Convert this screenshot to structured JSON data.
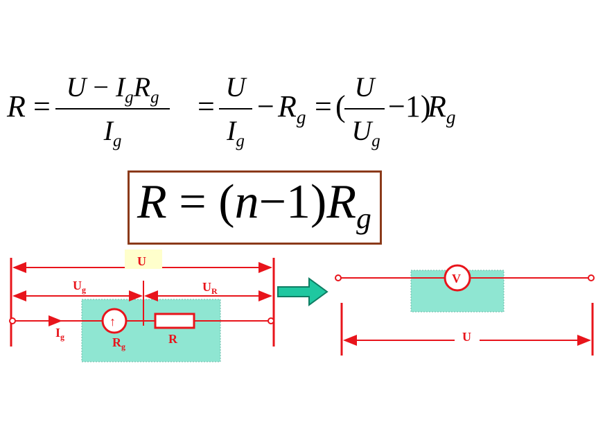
{
  "formula1": {
    "lhs": "R",
    "eq": "=",
    "num1": {
      "U": "U",
      "minus": "−",
      "I": "I",
      "I_sub": "g",
      "R": "R",
      "R_sub": "g"
    },
    "den1": {
      "I": "I",
      "I_sub": "g"
    },
    "eq2": "=",
    "num2": "U",
    "den2": {
      "I": "I",
      "I_sub": "g"
    },
    "minus2": "−",
    "Rg": {
      "R": "R",
      "sub": "g"
    },
    "eq3": "=",
    "paren_open": "(",
    "num3": "U",
    "den3": {
      "U": "U",
      "sub": "g"
    },
    "minus3": "−1)",
    "Rg2": {
      "R": "R",
      "sub": "g"
    }
  },
  "formula2": {
    "R": "R",
    "eq": "=",
    "paren": "(",
    "n": "n",
    "minus1": "−1)",
    "Rg": "R",
    "sub": "g"
  },
  "circuit_left": {
    "U_label": "U",
    "Ug_label": "U",
    "Ug_sub": "g",
    "UR_label": "U",
    "UR_sub": "R",
    "Ig_label": "I",
    "Ig_sub": "g",
    "Rg_label": "R",
    "Rg_sub": "g",
    "R_label": "R",
    "meter_symbol": "↑"
  },
  "circuit_right": {
    "V_label": "V",
    "U_label": "U"
  },
  "colors": {
    "wire": "#e8141b",
    "box_fill": "#8fe6d2",
    "arrow_fill": "#1fc7a0",
    "frame": "#8b3a1a",
    "u_label_bg": "#ffffcc"
  }
}
